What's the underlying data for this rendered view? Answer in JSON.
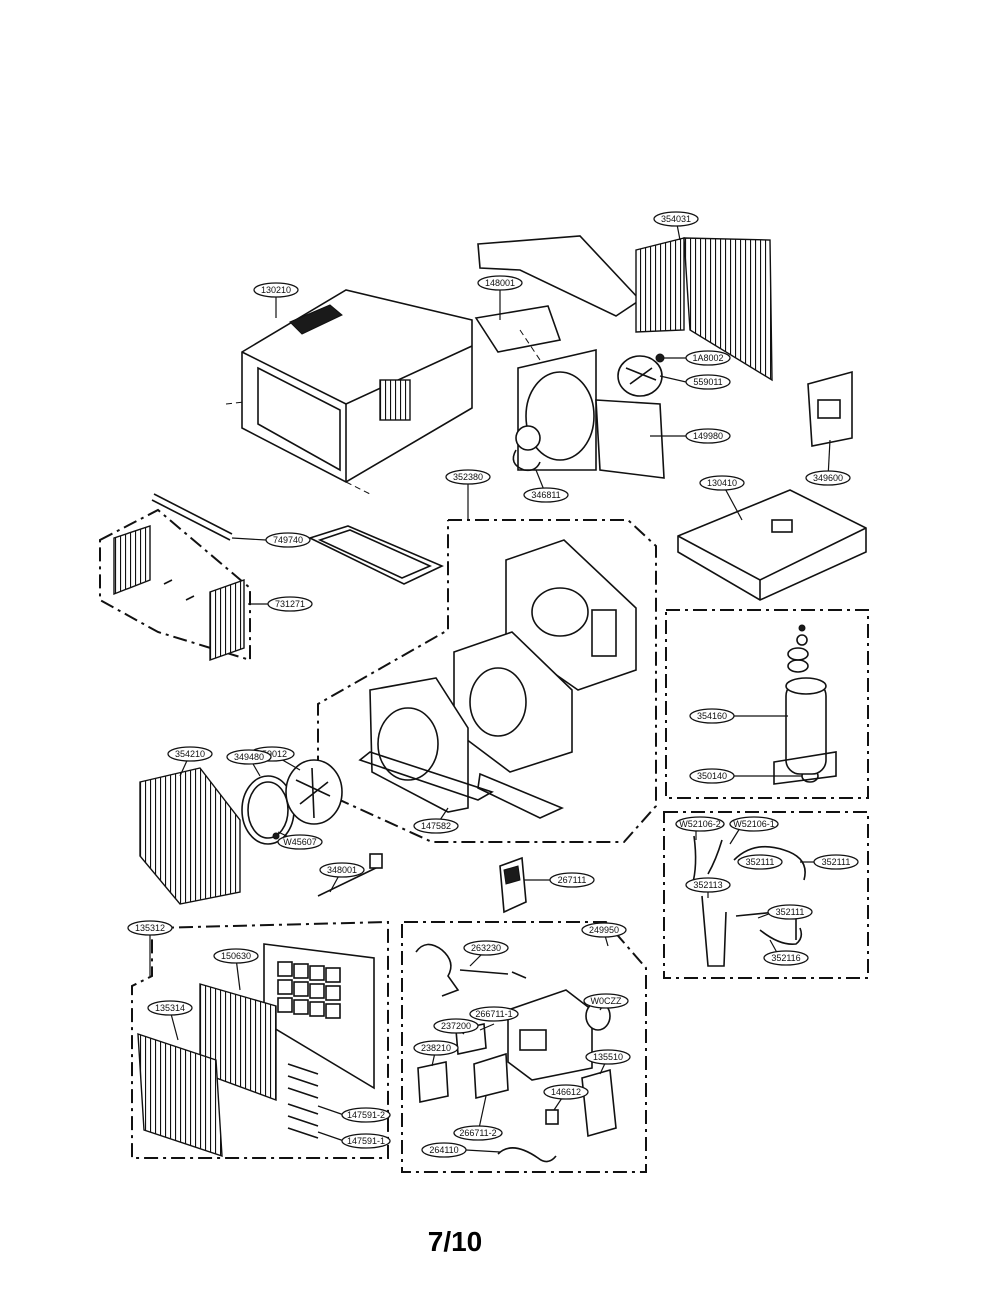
{
  "page_number": "7/10",
  "labels": {
    "l130210": "130210",
    "l148001": "148001",
    "l354031": "354031",
    "l1A8002": "1A8002",
    "l559011": "559011",
    "l149980": "149980",
    "l346811": "346811",
    "l352380": "352380",
    "l130410": "130410",
    "l349600": "349600",
    "l749740": "749740",
    "l731271": "731271",
    "l354160": "354160",
    "l350140": "350140",
    "l359012": "359012",
    "l354210": "354210",
    "l349480": "349480",
    "lW45607": "W45607",
    "l147582": "147582",
    "l348001": "348001",
    "lW52106_2": "W52106-2",
    "lW52106_1": "W52106-1",
    "l352111a": "352111",
    "l352111b": "352111",
    "l352113": "352113",
    "l352111c": "352111",
    "l352116": "352116",
    "l267111": "267111",
    "l135312": "135312",
    "l249950": "249950",
    "l263230": "263230",
    "l135314": "135314",
    "l150630": "150630",
    "l237200": "237200",
    "l266711_1": "266711-1",
    "lW0CZZ": "W0CZZ",
    "l238210": "238210",
    "l135510": "135510",
    "l146612": "146612",
    "l147591_2": "147591-2",
    "l147591_1": "147591-1",
    "l266711_2": "266711-2",
    "l264110": "264110"
  }
}
